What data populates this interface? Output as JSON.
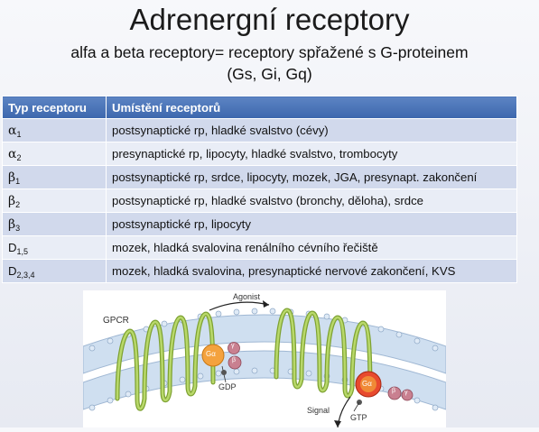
{
  "slide": {
    "title": "Adrenergní receptory",
    "subtitle_line1": "alfa a beta receptory= receptory spřažené s G-proteinem",
    "subtitle_line2": "(Gs, Gi, Gq)"
  },
  "table": {
    "headers": [
      "Typ receptoru",
      "Umístění receptorů"
    ],
    "rows": [
      {
        "sym": "α",
        "sub": "1",
        "location": "postsynaptické rp, hladké svalstvo (cévy)"
      },
      {
        "sym": "α",
        "sub": "2",
        "location": "presynaptické rp, lipocyty, hladké svalstvo, trombocyty"
      },
      {
        "sym": "β",
        "sub": "1",
        "location": "postsynaptické rp, srdce, lipocyty, mozek, JGA, presynapt. zakončení"
      },
      {
        "sym": "β",
        "sub": "2",
        "location": "postsynaptické rp, hladké svalstvo (bronchy, děloha), srdce"
      },
      {
        "sym": "β",
        "sub": "3",
        "location": "postsynaptické rp, lipocyty"
      },
      {
        "sym": "D",
        "sub": "1,5",
        "location": "mozek, hladká svalovina renálního cévního řečiště"
      },
      {
        "sym": "D",
        "sub": "2,3,4",
        "location": "mozek, hladká svalovina, presynaptické nervové zakončení, KVS"
      }
    ]
  },
  "figure": {
    "gpcr": "GPCR",
    "agonist": "Agonist",
    "gdp": "GDP",
    "gtp": "GTP",
    "signal": "Signal",
    "g_alpha": "Gα",
    "beta": "β",
    "gamma": "γ"
  },
  "colors": {
    "header_blue": "#4a72b6",
    "row_dark": "#d1d9ec",
    "row_light": "#e9edf6",
    "receptor_green": "#9cc44a",
    "membrane_blue": "#c6d9ec",
    "g_alpha_orange": "#f0a03c",
    "g_alpha_active": "#e8452c",
    "beta_gamma_pink": "#c77b8c"
  }
}
